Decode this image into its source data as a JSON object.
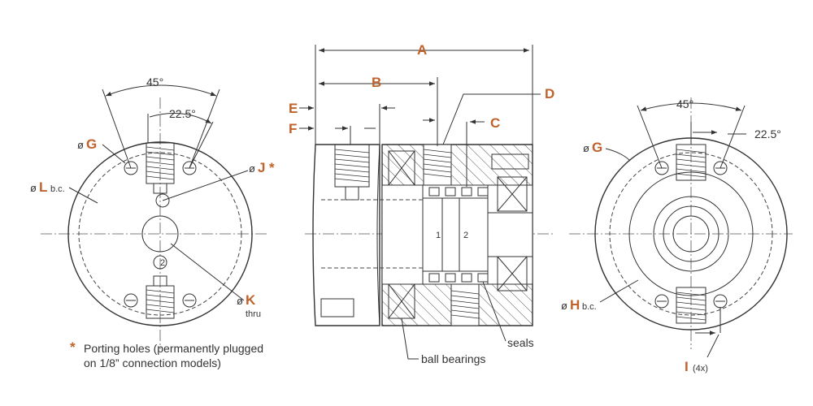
{
  "labels": {
    "A": "A",
    "B": "B",
    "C": "C",
    "D": "D",
    "E": "E",
    "F": "F",
    "G": "G",
    "H": "H",
    "I": "I",
    "J": "J",
    "K": "K",
    "L": "L"
  },
  "dia_symbol": "ø",
  "asterisk": "*",
  "angles": {
    "a45": "45°",
    "a22": "22.5°"
  },
  "notes": {
    "bc": "b.c.",
    "thru": "thru",
    "count_4x": "(4x)",
    "porting_line1": "Porting holes (permanently plugged",
    "porting_line2": "on 1/8” connection models)",
    "seals": "seals",
    "ball_bearings": "ball bearings"
  },
  "port_numbers": {
    "one": "1",
    "two": "2"
  },
  "colors": {
    "accent": "#c0622c",
    "line": "#333333",
    "hatch": "#444444"
  }
}
